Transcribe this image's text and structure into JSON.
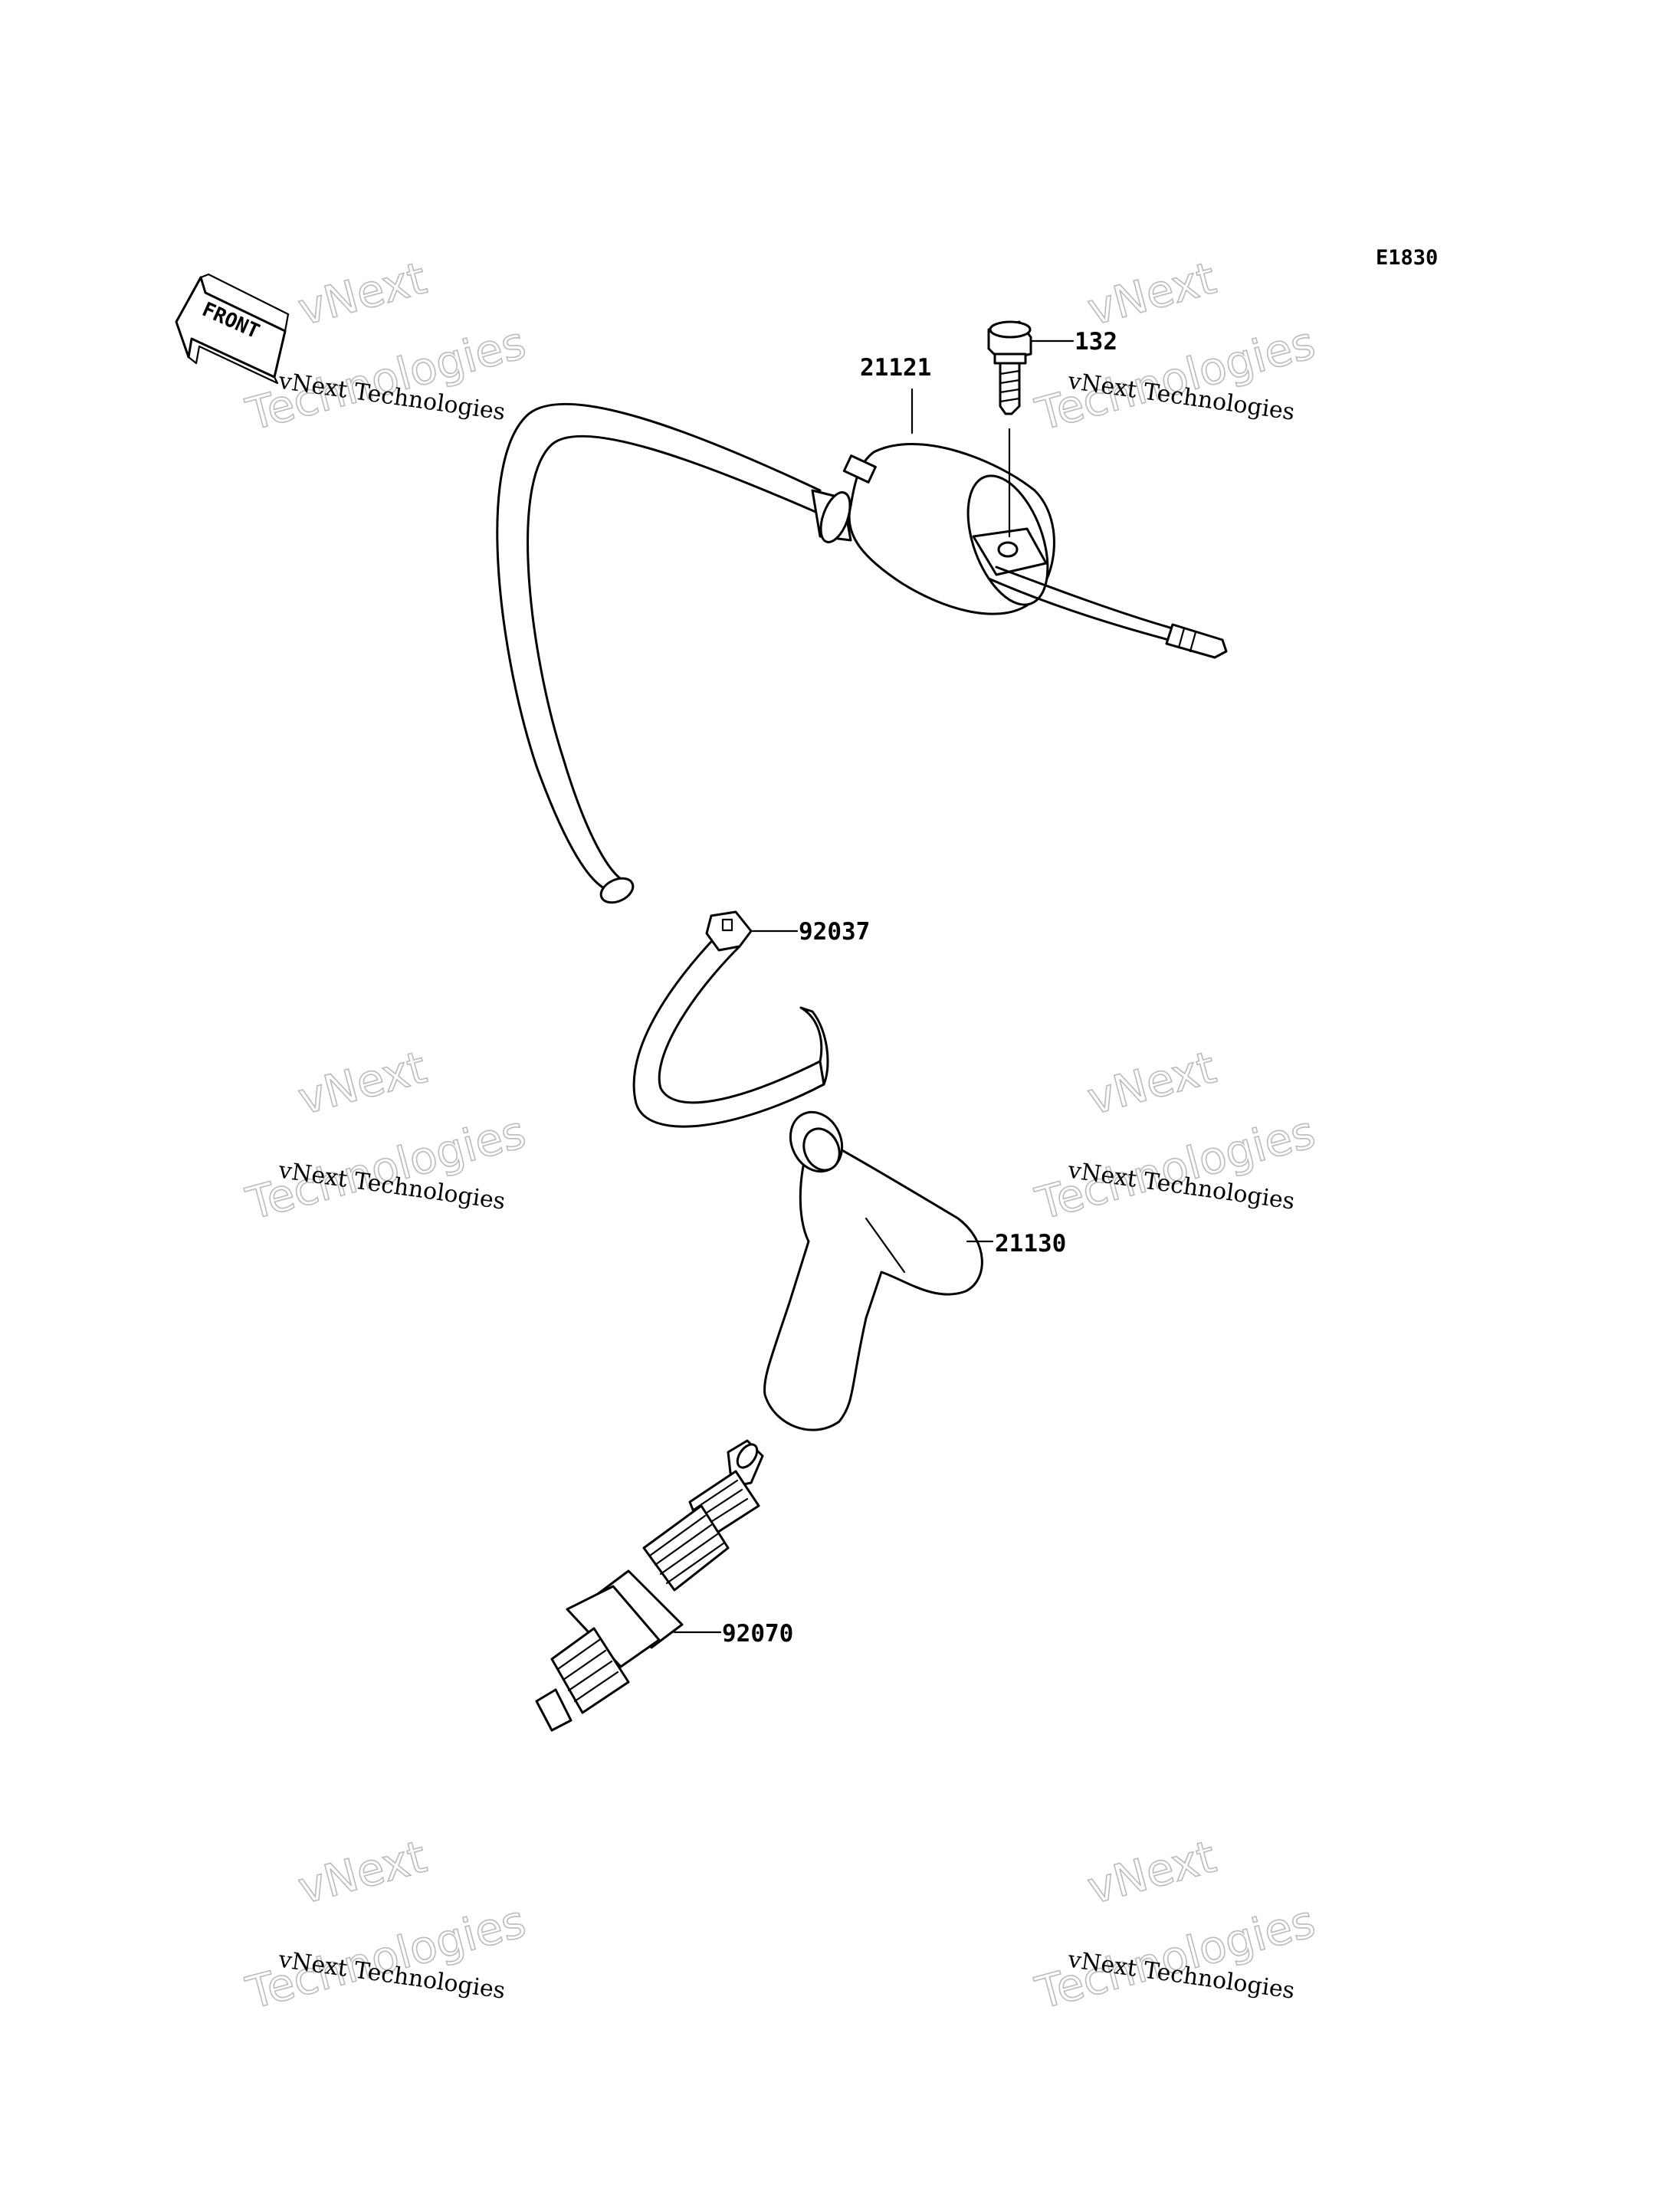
{
  "diagram": {
    "code": "E1830",
    "front_arrow": "FRONT",
    "callouts": [
      {
        "part_number": "21121",
        "part": "ignition-coil"
      },
      {
        "part_number": "132",
        "part": "bolt"
      },
      {
        "part_number": "92037",
        "part": "cable-clamp-band"
      },
      {
        "part_number": "21130",
        "part": "spark-plug-cap"
      },
      {
        "part_number": "92070",
        "part": "spark-plug"
      }
    ]
  },
  "watermark": {
    "line1": "vNext Technologies",
    "big": "vNext Technologies"
  }
}
